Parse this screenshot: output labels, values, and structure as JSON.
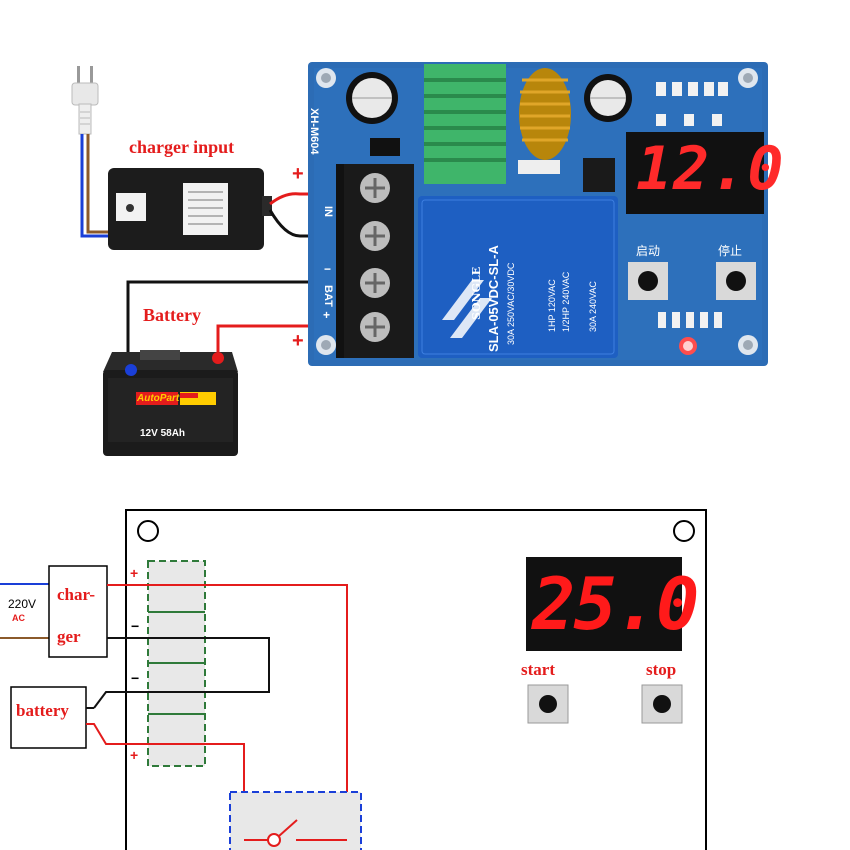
{
  "top": {
    "charger_label": "charger input",
    "battery_label": "Battery",
    "board_model": "XH-M604",
    "terminal_in": "IN",
    "terminal_bat": "BAT",
    "plus_sign": "+",
    "minus_sign": "−",
    "display_value": "12.0",
    "start_button": "启动",
    "stop_button": "停止",
    "relay_brand": "SONGLE",
    "relay_model": "SLA-05VDC-SL-A",
    "relay_spec_1": "30A 250VAC/30VDC",
    "relay_spec_2": "1HP 120VAC",
    "relay_spec_3": "1/2HP 240VAC",
    "relay_spec_4": "30A 240VAC",
    "battery_brand": "AutoPart",
    "battery_spec": "12V 58Ah"
  },
  "bottom": {
    "voltage_label": "220V",
    "ac_label": "AC",
    "charger_line_1": "char-",
    "charger_line_2": "ger",
    "battery_label": "battery",
    "display_value": "25.0",
    "start_label": "start",
    "stop_label": "stop",
    "plus_sign": "+",
    "minus_sign": "−"
  },
  "colors": {
    "wire_red": "#e41c1c",
    "wire_black": "#111111",
    "wire_blue": "#1a3fd8",
    "wire_brown": "#8b5a2b",
    "pcb_blue": "#2c6cb5",
    "terminal_green": "#2f7a3a",
    "relay_dash": "#1a3fd8"
  }
}
